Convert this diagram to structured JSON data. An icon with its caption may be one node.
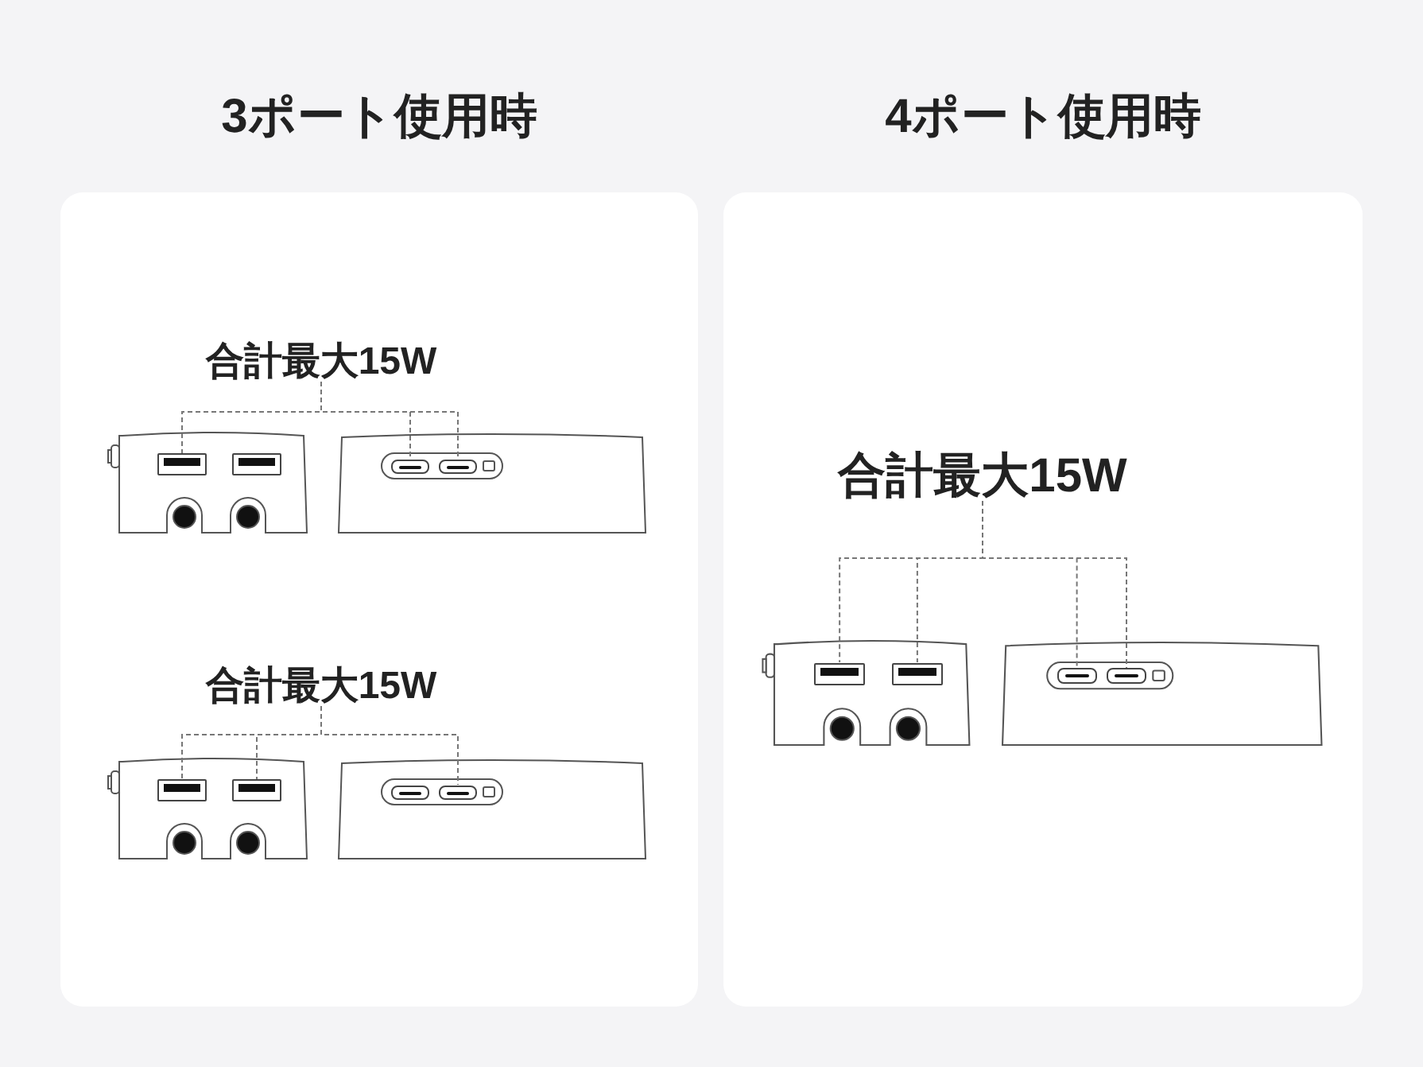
{
  "diagram": {
    "nodes": [
      {
        "text": [
          "3ポート使用時"
        ]
      },
      {
        "text": [
          "合計最大15W"
        ],
        "in": 0
      },
      {
        "text": [],
        "shape": "box",
        "in": 0
      },
      {
        "text": [],
        "shape": "box",
        "in": 0
      },
      {
        "text": [],
        "shape": "box",
        "in": 0
      },
      {
        "text": [],
        "shape": "box",
        "in": 0
      },
      {
        "text": [
          "合計最大15W"
        ],
        "in": 0
      },
      {
        "text": [],
        "shape": "box",
        "in": 0
      },
      {
        "text": [],
        "shape": "box",
        "in": 0
      },
      {
        "text": [],
        "shape": "box",
        "in": 0
      },
      {
        "text": [],
        "shape": "box",
        "in": 0
      },
      {
        "text": [
          "4ポート使用時"
        ]
      },
      {
        "text": [
          "合計最大15W"
        ],
        "in": 11
      },
      {
        "text": [],
        "shape": "box",
        "in": 11
      },
      {
        "text": [],
        "shape": "box",
        "in": 11
      },
      {
        "text": [],
        "shape": "box",
        "in": 11
      },
      {
        "text": [],
        "shape": "box",
        "in": 11
      }
    ],
    "edges": [
      {
        "from": 1,
        "to": 2,
        "arrow": "none",
        "style": "dashed"
      },
      {
        "from": 1,
        "to": 4,
        "arrow": "none",
        "style": "dashed"
      },
      {
        "from": 1,
        "to": 5,
        "arrow": "none",
        "style": "dashed"
      },
      {
        "from": 6,
        "to": 7,
        "arrow": "none",
        "style": "dashed"
      },
      {
        "from": 6,
        "to": 8,
        "arrow": "none",
        "style": "dashed"
      },
      {
        "from": 6,
        "to": 10,
        "arrow": "none",
        "style": "dashed"
      },
      {
        "from": 12,
        "to": 13,
        "arrow": "none",
        "style": "dashed"
      },
      {
        "from": 12,
        "to": 14,
        "arrow": "none",
        "style": "dashed"
      },
      {
        "from": 12,
        "to": 15,
        "arrow": "none",
        "style": "dashed"
      },
      {
        "from": 12,
        "to": 16,
        "arrow": "none",
        "style": "dashed"
      }
    ]
  }
}
